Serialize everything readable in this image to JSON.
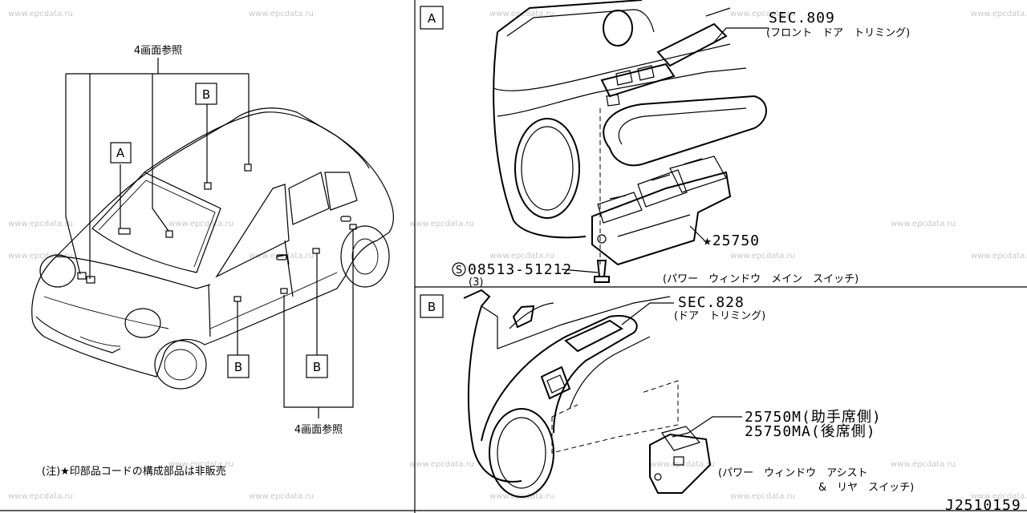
{
  "watermark": "www.epcdata.ru",
  "section_a": {
    "letter": "A",
    "callout_code": "SEC.809",
    "callout_name": "(フロント　ドア　トリミング)",
    "part_main": "★25750",
    "screw_code": "08513-51212",
    "screw_qty": "(3)",
    "screw_symbol": "S",
    "caption": "(パワー　ウィンドウ　メイン　スイッチ)"
  },
  "section_b": {
    "letter": "B",
    "callout_code": "SEC.828",
    "callout_name": "(ドア　トリミング)",
    "part_1": "25750M(助手席側)",
    "part_2": "25750MA(後席側)",
    "caption_1": "(パワー　ウィンドウ　アシスト",
    "caption_2": "&　リヤ　スイッチ)"
  },
  "overview": {
    "ref_top": "4画面参照",
    "ref_bottom": "4画面参照",
    "box_a": "A",
    "box_b_top": "B",
    "box_b_left": "B",
    "box_b_right": "B",
    "note": "(注)★印部品コードの構成部品は非販売"
  },
  "diagram_code": "J2510159",
  "colors": {
    "line": "#000000",
    "watermark": "#c8c8c8",
    "background": "#ffffff"
  }
}
